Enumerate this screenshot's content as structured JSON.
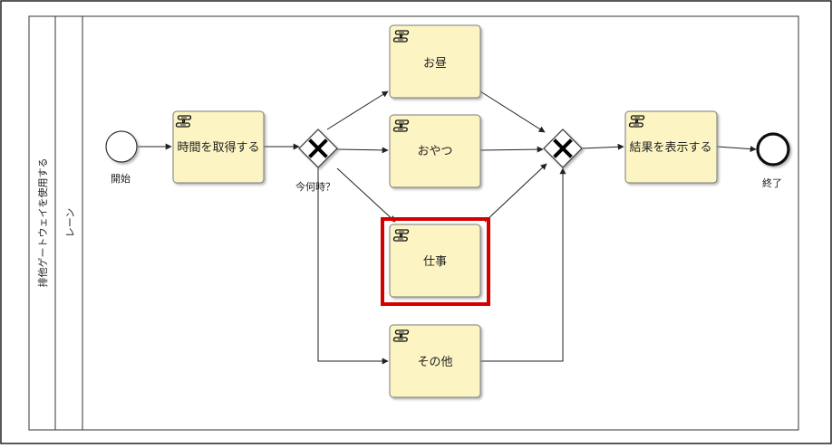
{
  "pool": {
    "label": "排他ゲートウェイを使用する"
  },
  "lane": {
    "label": "レーン"
  },
  "events": {
    "start": {
      "label": "開始"
    },
    "end": {
      "label": "終了"
    }
  },
  "gateways": {
    "split": {
      "label": "今何時？"
    }
  },
  "tasks": {
    "get_time": {
      "label": "時間を取得する"
    },
    "lunch": {
      "label": "お昼"
    },
    "snack": {
      "label": "おやつ"
    },
    "work": {
      "label": "仕事"
    },
    "other": {
      "label": "その他"
    },
    "show_result": {
      "label": "結果を表示する"
    }
  },
  "colors": {
    "task_fill": "#fcf5c3",
    "task_stroke": "#7a7a7a",
    "highlight": "#d40000"
  }
}
